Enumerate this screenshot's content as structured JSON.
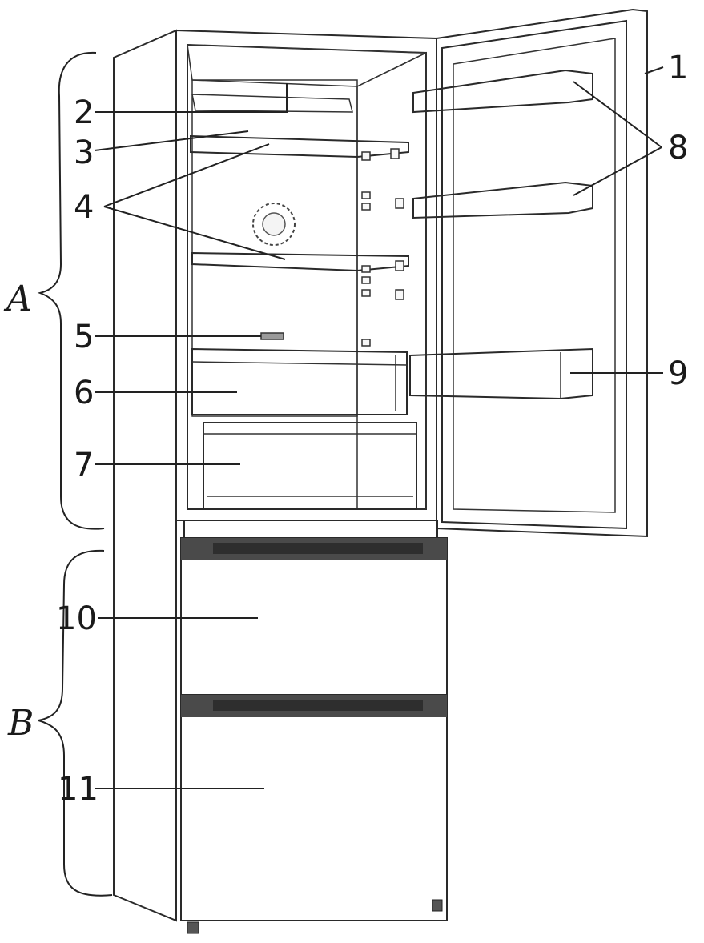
{
  "callouts": {
    "c1": "1",
    "c2": "2",
    "c3": "3",
    "c4": "4",
    "c5": "5",
    "c6": "6",
    "c7": "7",
    "c8": "8",
    "c9": "9",
    "c10": "10",
    "c11": "11"
  },
  "sections": {
    "a": "A",
    "b": "B"
  },
  "colors": {
    "cabinet_side": "#b5b5b5",
    "cabinet_frame": "#9a9a9a",
    "interior": "#f2f2f2",
    "interior_wall": "#e6e6e6",
    "door_edge": "#8c8c8c",
    "drawer_face": "#c4c4c4",
    "drawer_handle": "#4a4a4a",
    "line": "#222222"
  }
}
